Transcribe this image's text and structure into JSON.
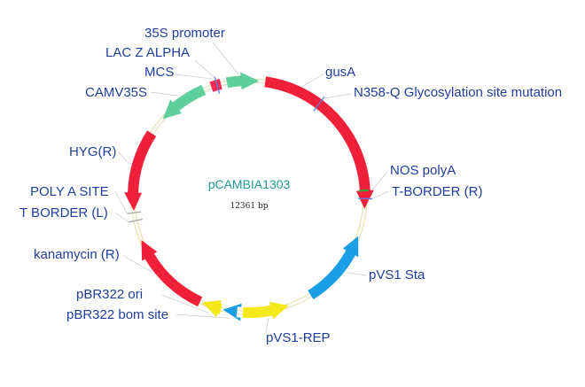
{
  "plasmid": {
    "name": "pCAMBIA1303",
    "size_label": "12361 bp",
    "backbone_color": "#e8e3b8"
  },
  "features": [
    {
      "id": "35s-promoter",
      "label": "35S promoter",
      "color": "#5fcf9c",
      "arrow": true,
      "dir": "cw"
    },
    {
      "id": "gusa",
      "label": "gusA",
      "color": "#f0203a",
      "arrow": true,
      "dir": "cw"
    },
    {
      "id": "hyg",
      "label": "HYG(R)",
      "color": "#f0203a",
      "arrow": true,
      "dir": "ccw"
    },
    {
      "id": "camv35s",
      "label": "CAMV35S",
      "color": "#5fcf9c",
      "arrow": true,
      "dir": "ccw"
    },
    {
      "id": "kanamycin",
      "label": "kanamycin (R)",
      "color": "#f0203a",
      "arrow": true,
      "dir": "cw"
    },
    {
      "id": "pbr322-ori",
      "label": "pBR322 ori",
      "color": "#f5e81b",
      "arrow": true,
      "dir": "cw"
    },
    {
      "id": "pbr322-bom",
      "label": "pBR322 bom site",
      "color": "#1a9ee6",
      "arrow": true,
      "dir": "cw"
    },
    {
      "id": "pvs1-rep",
      "label": "pVS1-REP",
      "color": "#f5e81b",
      "arrow": true,
      "dir": "ccw"
    },
    {
      "id": "pvs1-sta",
      "label": "pVS1 Sta",
      "color": "#1a9ee6",
      "arrow": true,
      "dir": "ccw"
    },
    {
      "id": "nos-polya",
      "label": "NOS polyA",
      "color": "#2fa83a",
      "arrow": false
    }
  ],
  "site_labels": {
    "lac_z_alpha": "LAC Z ALPHA",
    "mcs": "MCS",
    "n358q": "N358-Q Glycosylation site mutation",
    "t_border_r": "T-BORDER (R)",
    "poly_a_site": "POLY A SITE",
    "t_border_l": "T BORDER (L)"
  },
  "marker_colors": {
    "site": "#5b7fe0",
    "small_feature": "#ff2a55"
  }
}
